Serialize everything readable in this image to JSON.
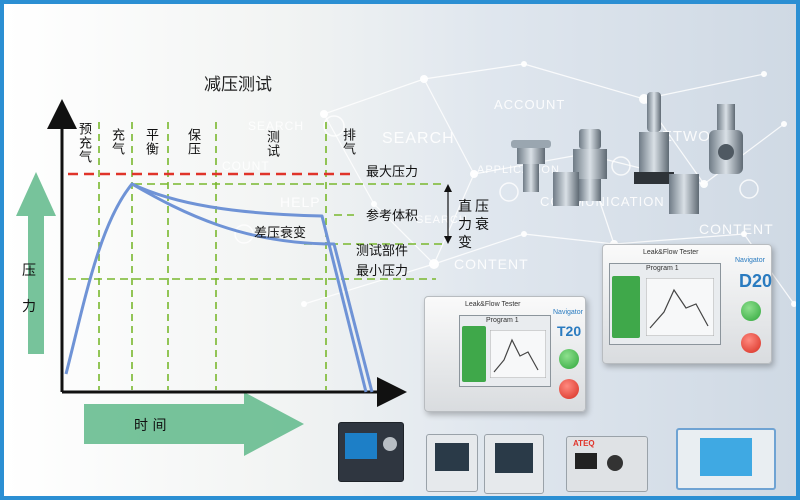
{
  "title": "减压测试",
  "background_words": [
    "ACCOUNT",
    "SEARCH",
    "SEARCH",
    "NETWORK",
    "APPLICATION",
    "COMMUNICATION",
    "CONTENT",
    "CONTENT",
    "HELP",
    "COUNT",
    "SEARCH"
  ],
  "phases": [
    "预充气",
    "充气",
    "平衡",
    "保压",
    "测试",
    "排气"
  ],
  "labels": {
    "max_pressure": "最大压力",
    "reference_volume": "参考体积",
    "differential_decay": "差压衰变",
    "test_part": "测试部件",
    "min_pressure": "最小压力",
    "direct_decay": "直压力衰变"
  },
  "axes": {
    "y_label_1": "压",
    "y_label_2": "力",
    "x_label": "时 间"
  },
  "devices": {
    "model_left": "T20",
    "model_right": "D20",
    "brand": "Navigator",
    "header": "Leak&Flow Tester",
    "program": "Program 1",
    "brand_small": "ATEQ"
  },
  "colors": {
    "curve": "#6f93d6",
    "red_dash": "#e0342a",
    "green_dash": "#79b82e",
    "axis": "#111111",
    "arrow": "#5fb98a",
    "frame": "#2b8fd3"
  }
}
